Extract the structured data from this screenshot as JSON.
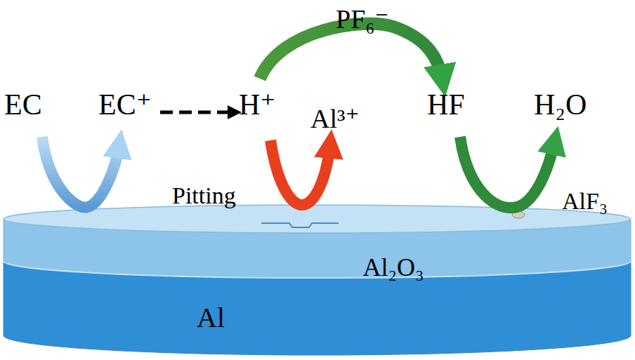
{
  "diagram": {
    "nodes": [
      {
        "text": [
          "Al₂O₃"
        ]
      },
      {
        "text": [
          "Al"
        ]
      }
    ],
    "labels": [
      "PF₆⁻",
      "EC",
      "EC⁺",
      "H⁺",
      "Al³⁺",
      "HF",
      "H₂O",
      "Pitting",
      "AlF₃"
    ]
  }
}
